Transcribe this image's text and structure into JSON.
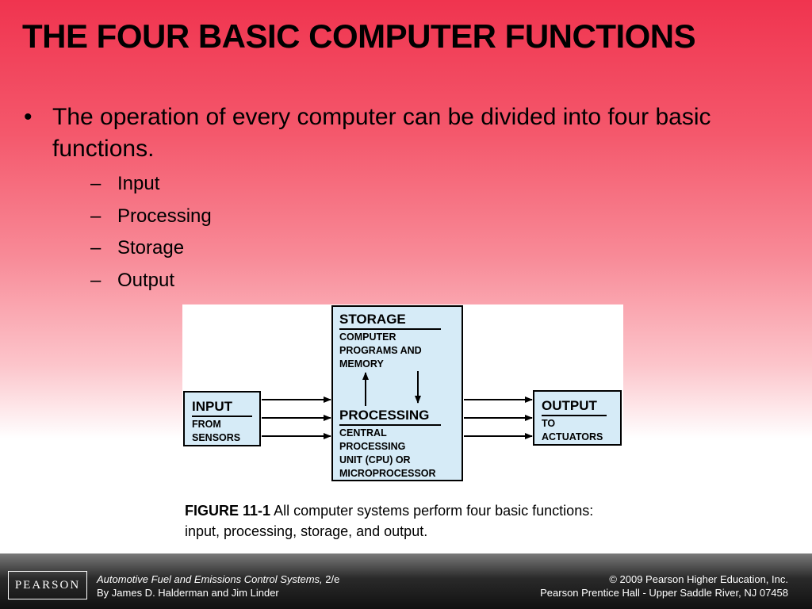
{
  "slide": {
    "title": "THE FOUR BASIC COMPUTER FUNCTIONS",
    "bullet": "The operation of every computer can be divided into four basic functions.",
    "bullet_marker": "•",
    "sub_marker": "–",
    "sub_items": [
      "Input",
      "Processing",
      "Storage",
      "Output"
    ]
  },
  "diagram": {
    "storage": {
      "heading": "STORAGE",
      "detail": "COMPUTER\nPROGRAMS AND\nMEMORY"
    },
    "processing": {
      "heading": "PROCESSING",
      "detail": "CENTRAL\nPROCESSING\nUNIT (CPU) OR\nMICROPROCESSOR"
    },
    "input": {
      "heading": "INPUT",
      "detail": "FROM\nSENSORS"
    },
    "output": {
      "heading": "OUTPUT",
      "detail": "TO\nACTUATORS"
    },
    "colors": {
      "box_fill": "#d6ebf7",
      "stroke": "#000000"
    }
  },
  "caption": {
    "figure_number": "FIGURE 11-1",
    "text": "All computer systems perform four basic functions: input, processing, storage, and output."
  },
  "footer": {
    "logo_text": "PEARSON",
    "book_title": "Automotive Fuel and Emissions Control Systems,",
    "edition": "2/e",
    "authors": "By James D. Halderman and Jim Linder",
    "copyright": "© 2009 Pearson Higher Education, Inc.",
    "publisher": "Pearson Prentice Hall - Upper Saddle River, NJ 07458"
  },
  "colors": {
    "title_bg_top": "#f0344f",
    "footer_bg": "#1a1a1a"
  }
}
